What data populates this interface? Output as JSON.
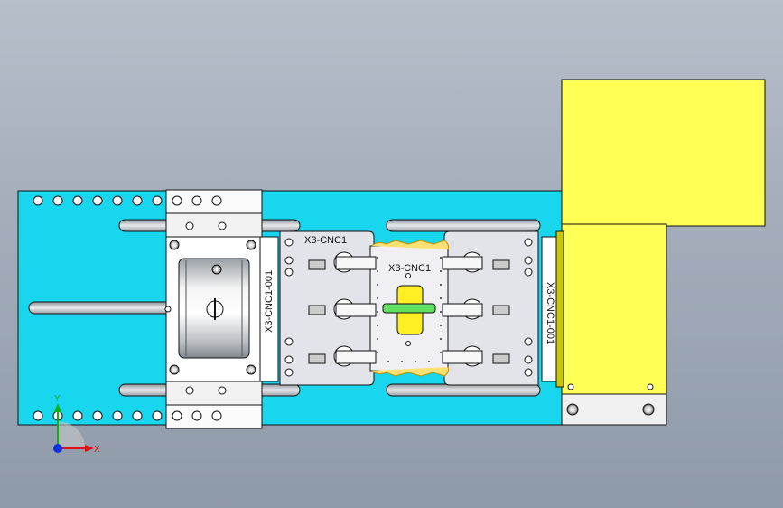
{
  "labels": {
    "fixture_left_plate": "X3-CNC1",
    "fixture_center_plate": "X3-CNC1",
    "left_clamp_block": "X3-CNC1-001",
    "right_clamp_block": "X3-CNC1-001"
  },
  "triad": {
    "x_label": "X",
    "y_label": "Y"
  },
  "colors": {
    "background_top": "#b6bfca",
    "base_plate": "#18d6ee",
    "motor_block": "#ffff55",
    "fixture_plate": "#e3e3ea",
    "clamp_arm": "#f5f5f5",
    "slot": "#c8ccd2",
    "x_axis": "#e01010",
    "y_axis": "#10b010",
    "z_axis": "#1030e0"
  }
}
